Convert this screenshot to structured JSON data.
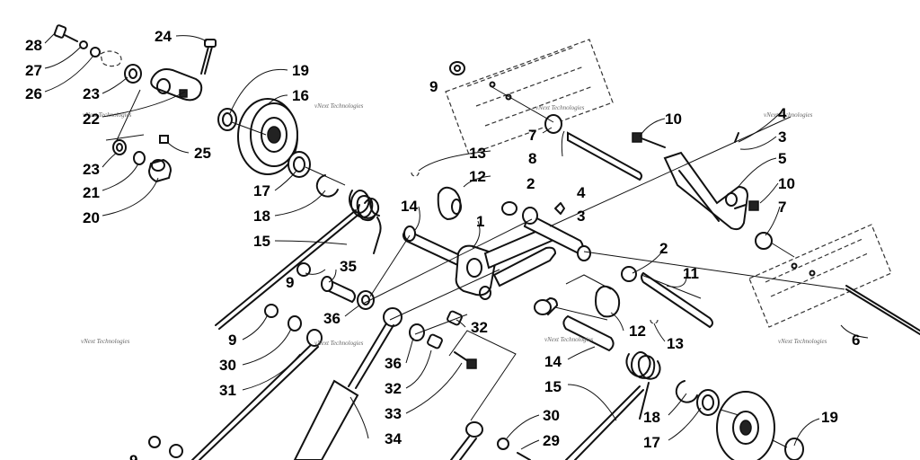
{
  "watermark": "vNext Technologies",
  "colors": {
    "ink": "#111111",
    "background": "#ffffff",
    "watermark": "#666666"
  },
  "callouts": [
    {
      "id": "c28a",
      "label": "28"
    },
    {
      "id": "c27a",
      "label": "27"
    },
    {
      "id": "c26a",
      "label": "26"
    },
    {
      "id": "c24a",
      "label": "24"
    },
    {
      "id": "c19a",
      "label": "19"
    },
    {
      "id": "c16a",
      "label": "16"
    },
    {
      "id": "c23a",
      "label": "23"
    },
    {
      "id": "c22a",
      "label": "22"
    },
    {
      "id": "c23b",
      "label": "23"
    },
    {
      "id": "c25a",
      "label": "25"
    },
    {
      "id": "c21a",
      "label": "21"
    },
    {
      "id": "c20a",
      "label": "20"
    },
    {
      "id": "c17a",
      "label": "17"
    },
    {
      "id": "c18a",
      "label": "18"
    },
    {
      "id": "c15a",
      "label": "15"
    },
    {
      "id": "c14a",
      "label": "14"
    },
    {
      "id": "c9a",
      "label": "9"
    },
    {
      "id": "c35a",
      "label": "35"
    },
    {
      "id": "c9b",
      "label": "9"
    },
    {
      "id": "c36a",
      "label": "36"
    },
    {
      "id": "c9c",
      "label": "9"
    },
    {
      "id": "c30a",
      "label": "30"
    },
    {
      "id": "c31a",
      "label": "31"
    },
    {
      "id": "c36b",
      "label": "36"
    },
    {
      "id": "c32a",
      "label": "32"
    },
    {
      "id": "c33a",
      "label": "33"
    },
    {
      "id": "c34a",
      "label": "34"
    },
    {
      "id": "c32b",
      "label": "32"
    },
    {
      "id": "c30b",
      "label": "30"
    },
    {
      "id": "c29a",
      "label": "29"
    },
    {
      "id": "c9d",
      "label": "9"
    },
    {
      "id": "c13a",
      "label": "13"
    },
    {
      "id": "c12a",
      "label": "12"
    },
    {
      "id": "c2a",
      "label": "2"
    },
    {
      "id": "c4a",
      "label": "4"
    },
    {
      "id": "c3a",
      "label": "3"
    },
    {
      "id": "c1a",
      "label": "1"
    },
    {
      "id": "c7a",
      "label": "7"
    },
    {
      "id": "c8a",
      "label": "8"
    },
    {
      "id": "c10a",
      "label": "10"
    },
    {
      "id": "c4b",
      "label": "4"
    },
    {
      "id": "c3b",
      "label": "3"
    },
    {
      "id": "c5a",
      "label": "5"
    },
    {
      "id": "c10b",
      "label": "10"
    },
    {
      "id": "c7b",
      "label": "7"
    },
    {
      "id": "c2b",
      "label": "2"
    },
    {
      "id": "c11a",
      "label": "11"
    },
    {
      "id": "c12b",
      "label": "12"
    },
    {
      "id": "c13b",
      "label": "13"
    },
    {
      "id": "c14b",
      "label": "14"
    },
    {
      "id": "c15b",
      "label": "15"
    },
    {
      "id": "c18b",
      "label": "18"
    },
    {
      "id": "c17b",
      "label": "17"
    },
    {
      "id": "c19b",
      "label": "19"
    },
    {
      "id": "c6a",
      "label": "6"
    }
  ]
}
